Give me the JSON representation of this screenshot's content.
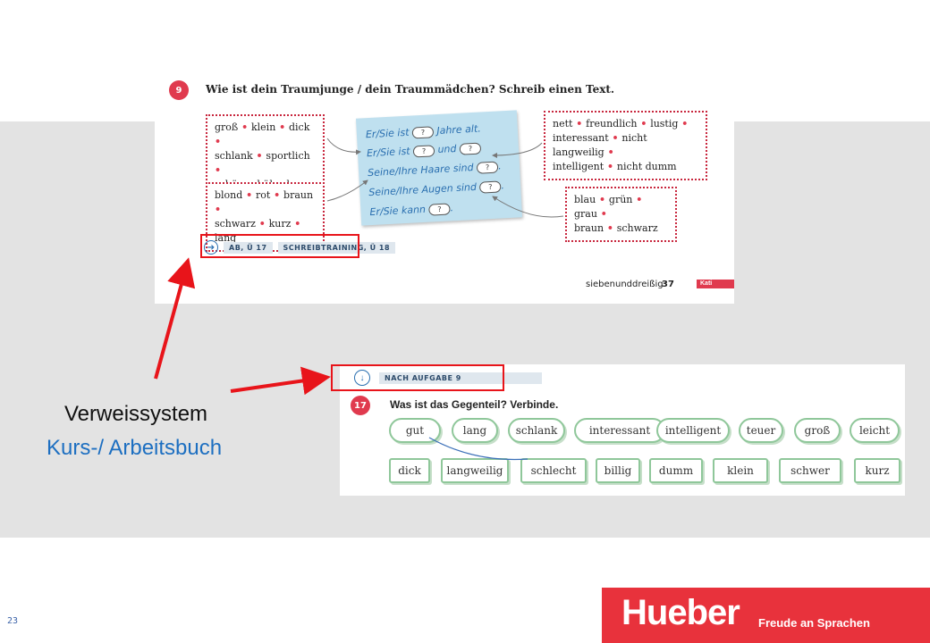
{
  "top_page": {
    "exercise_number": "9",
    "title": "Wie ist dein Traumjunge / dein Traummädchen? Schreib einen Text.",
    "box_adjectives_1": [
      "groß",
      "klein",
      "dick",
      "schlank",
      "sportlich",
      "schön",
      "hübsch",
      "süß"
    ],
    "box_adjectives_2": [
      "blond",
      "rot",
      "braun",
      "schwarz",
      "kurz",
      "lang"
    ],
    "box_traits": [
      "nett",
      "freundlich",
      "lustig",
      "interessant",
      "nicht langweilig",
      "intelligent",
      "nicht dumm"
    ],
    "box_colors": [
      "blau",
      "grün",
      "grau",
      "braun",
      "schwarz"
    ],
    "card_lines": [
      {
        "text": "Er/Sie ist",
        "after": "Jahre alt."
      },
      {
        "text": "Er/Sie ist",
        "after": "und"
      },
      {
        "text": "Seine/Ihre Haare sind",
        "after": "."
      },
      {
        "text": "Seine/Ihre Augen sind",
        "after": "."
      },
      {
        "text": "Er/Sie kann",
        "after": "."
      }
    ],
    "bubble_mark": "?",
    "ref_tag_1": "AB, Ü 17",
    "ref_tag_2": "SCHREIBTRAINING, Ü 18",
    "footer_word": "siebenunddreißig",
    "footer_page": "37",
    "chapter_tab": "Kati"
  },
  "bottom_page": {
    "ref_tag": "NACH AUFGABE 9",
    "exercise_number": "17",
    "title": "Was ist das Gegenteil? Verbinde.",
    "row1": [
      "gut",
      "lang",
      "schlank",
      "interessant",
      "intelligent",
      "teuer",
      "groß",
      "leicht"
    ],
    "row2": [
      "dick",
      "langweilig",
      "schlecht",
      "billig",
      "dumm",
      "klein",
      "schwer",
      "kurz"
    ]
  },
  "captions": {
    "line1": "Verweissystem",
    "line2": "Kurs-/ Arbeitsbuch"
  },
  "slide_number": "23",
  "brand": {
    "logo": "Hueber",
    "tagline": "Freude an Sprachen",
    "color": "#e8323c"
  },
  "colors": {
    "accent_red": "#e03a4e",
    "arrow_red": "#e8141a",
    "caption_blue": "#1d6fc1",
    "pill_green": "#8fc79a"
  }
}
